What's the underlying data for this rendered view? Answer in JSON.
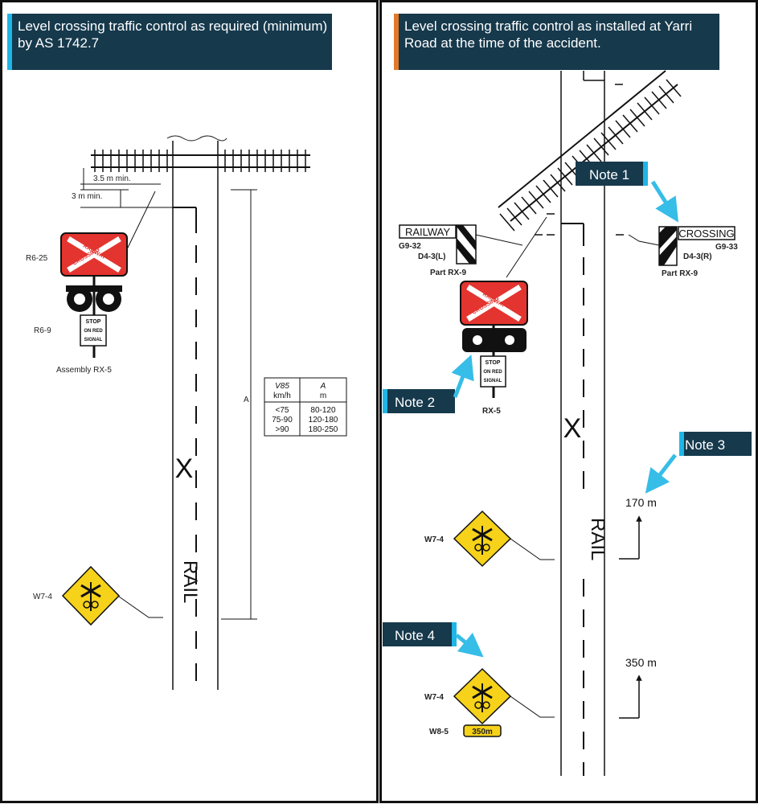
{
  "left_panel": {
    "header": "Level crossing traffic control as required (minimum) by AS 1742.7",
    "dim_35": "3.5 m min.",
    "dim_3": "3 m min.",
    "sign_r625": "R6-25",
    "sign_r69": "R6-9",
    "assembly": "Assembly RX-5",
    "sign_w74": "W7-4",
    "dim_a": "A",
    "stop_lines": [
      "STOP",
      "ON RED",
      "SIGNAL"
    ],
    "crossing_words": [
      "RAILWAY",
      "CROSSING"
    ],
    "road_x": "X",
    "road_rail": "RAIL",
    "table": {
      "head_v": "V85",
      "head_v_unit": "km/h",
      "head_a": "A",
      "head_a_unit": "m",
      "rows": [
        [
          "<75",
          "80-120"
        ],
        [
          "75-90",
          "120-180"
        ],
        [
          ">90",
          "180-250"
        ]
      ]
    }
  },
  "right_panel": {
    "header": "Level crossing traffic control as installed at Yarri Road at the time of the accident.",
    "railway_plate": "RAILWAY",
    "crossing_plate": "CROSSING",
    "g932": "G9-32",
    "g933": "G9-33",
    "d43l": "D4-3(L)",
    "d43r": "D4-3(R)",
    "part_rx9_l": "Part RX-9",
    "part_rx9_r": "Part RX-9",
    "rx5": "RX-5",
    "w74_a": "W7-4",
    "w74_b": "W7-4",
    "w85": "W8-5",
    "w85_plate": "350m",
    "dist_170": "170 m",
    "dist_350": "350 m",
    "road_x": "X",
    "road_rail": "RAIL",
    "stop_lines": [
      "STOP",
      "ON RED",
      "SIGNAL"
    ],
    "crossing_words": [
      "RAILWAY",
      "CROSSING"
    ],
    "notes": [
      "Note 1",
      "Note 2",
      "Note 3",
      "Note 4"
    ]
  },
  "colors": {
    "header_bg": "#16394c",
    "left_accent": "#1fb5e6",
    "right_accent": "#e07a2a",
    "note_bg": "#16394c",
    "note_accent": "#1fb5e6",
    "arrow": "#36bde8",
    "sign_red": "#e3342f",
    "sign_yellow": "#f6d21a"
  }
}
